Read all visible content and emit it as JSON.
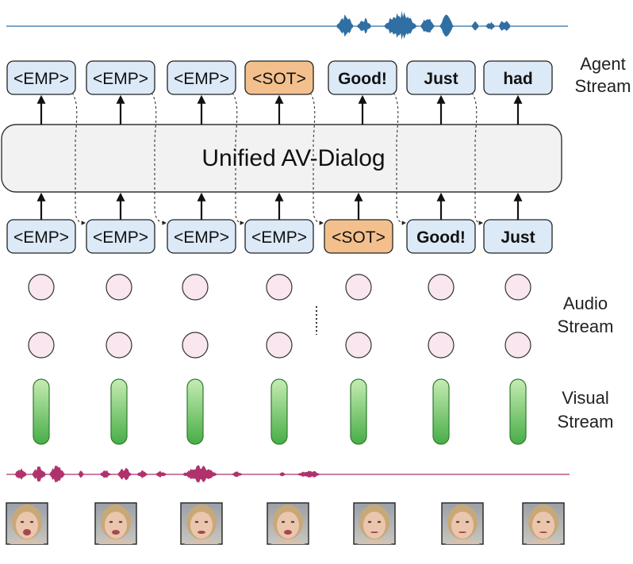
{
  "model": {
    "title": "Unified AV-Dialog"
  },
  "streams": {
    "agent": "Agent\nStream",
    "audio": "Audio\nStream",
    "visual": "Visual\nStream"
  },
  "agent_tokens": [
    {
      "text": "<EMP>",
      "kind": "emp"
    },
    {
      "text": "<EMP>",
      "kind": "emp"
    },
    {
      "text": "<EMP>",
      "kind": "emp"
    },
    {
      "text": "<SOT>",
      "kind": "sot"
    },
    {
      "text": "Good!",
      "kind": "word"
    },
    {
      "text": "Just",
      "kind": "word"
    },
    {
      "text": "had",
      "kind": "word"
    }
  ],
  "input_tokens": [
    {
      "text": "<EMP>",
      "kind": "emp"
    },
    {
      "text": "<EMP>",
      "kind": "emp"
    },
    {
      "text": "<EMP>",
      "kind": "emp"
    },
    {
      "text": "<EMP>",
      "kind": "emp"
    },
    {
      "text": "<SOT>",
      "kind": "sot"
    },
    {
      "text": "Good!",
      "kind": "word"
    },
    {
      "text": "Just",
      "kind": "word"
    }
  ],
  "colors": {
    "token_fill": "#dce9f7",
    "sot_fill": "#f3c08d",
    "audio_node": "#f9e6ee",
    "visual_top": "#b9e7a6",
    "visual_bottom": "#4db34d",
    "agent_wave": "#2f6fa3",
    "user_wave": "#b0326d",
    "model_fill": "#f2f2f2"
  },
  "icons": {
    "face": "face-thumbnail-icon"
  }
}
